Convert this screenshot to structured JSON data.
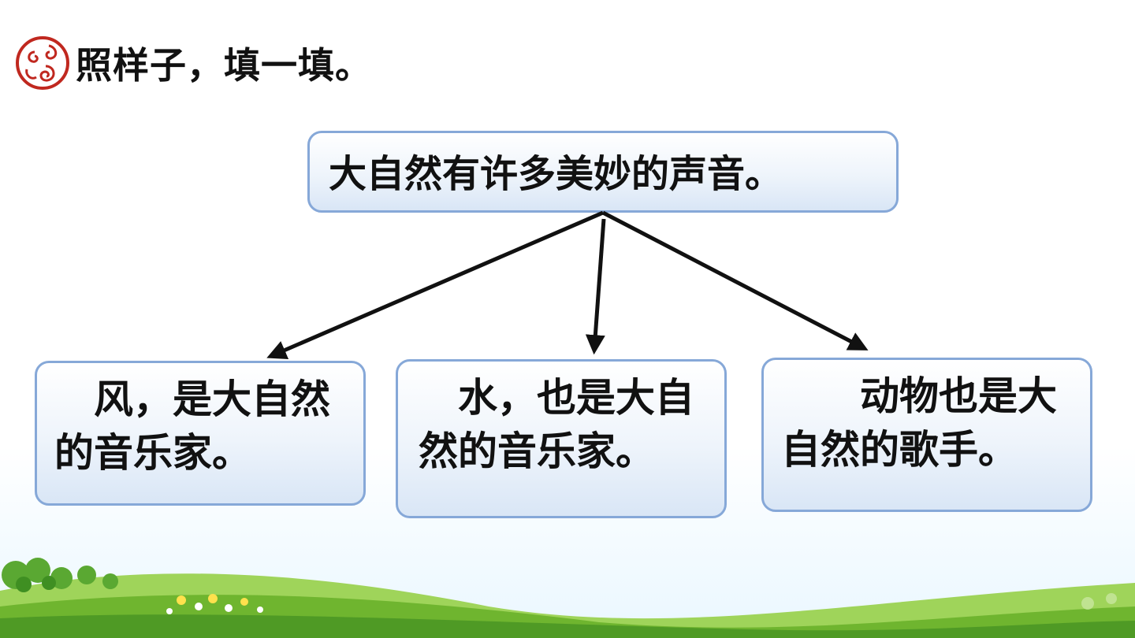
{
  "header": {
    "icon": "spiral-icon",
    "title": "照样子，填一填。"
  },
  "diagram": {
    "root": "大自然有许多美妙的声音。",
    "children": [
      "　风，是大自然的音乐家。",
      "　水，也是大自然的音乐家。",
      "　　动物也是大自然的歌手。"
    ]
  },
  "decoration": {
    "background": "grass-hills-and-flowers",
    "colors": {
      "box_border": "#86a8d8",
      "box_fill": "#eef4fb",
      "arrow": "#111111",
      "icon": "#c0281f",
      "grass": "#7cc242"
    }
  }
}
